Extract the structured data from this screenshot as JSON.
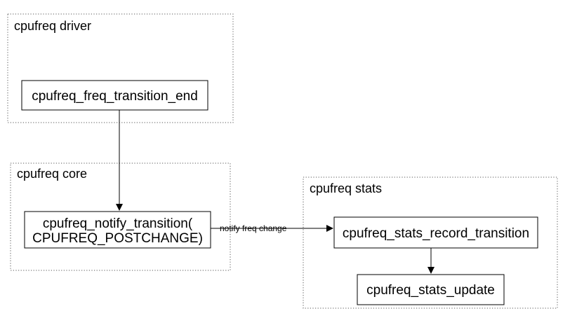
{
  "groups": {
    "driver": {
      "label": "cpufreq driver"
    },
    "core": {
      "label": "cpufreq core"
    },
    "stats": {
      "label": "cpufreq stats"
    }
  },
  "nodes": {
    "freq_transition_end": {
      "label": "cpufreq_freq_transition_end"
    },
    "notify_transition": {
      "line1": "cpufreq_notify_transition(",
      "line2": "CPUFREQ_POSTCHANGE)"
    },
    "stats_record_transition": {
      "label": "cpufreq_stats_record_transition"
    },
    "stats_update": {
      "label": "cpufreq_stats_update"
    }
  },
  "edges": {
    "notify": {
      "label": "notify freq change"
    }
  }
}
